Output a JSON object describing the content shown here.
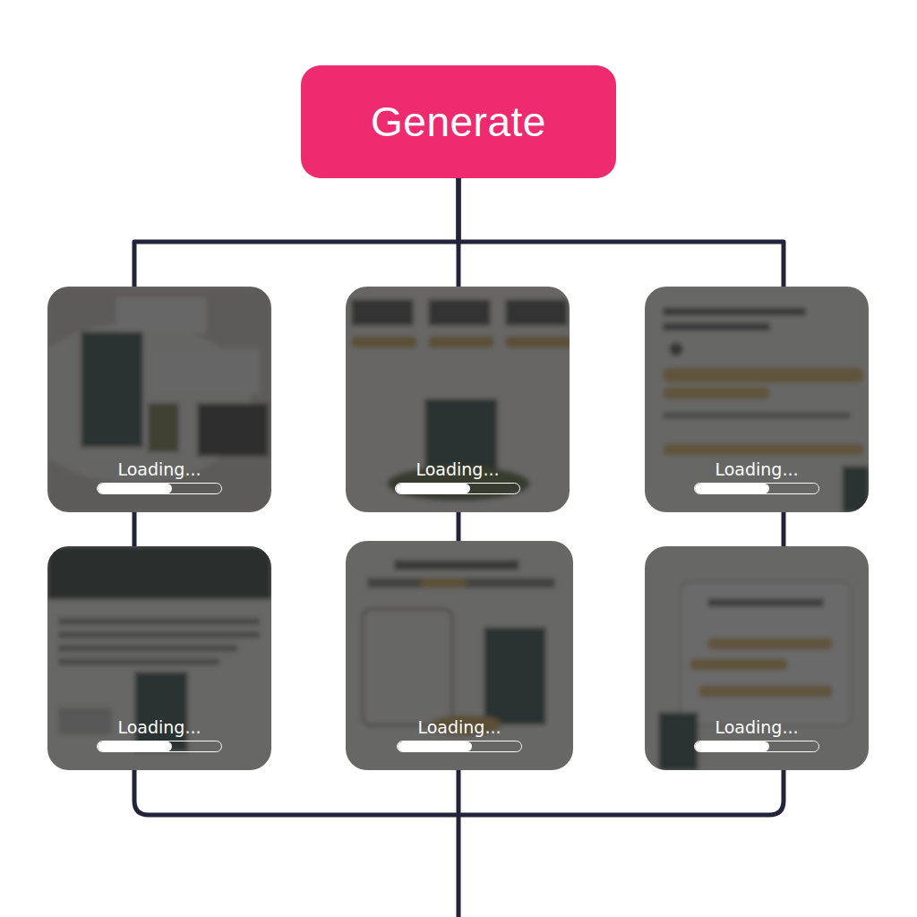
{
  "diagram": {
    "nodes": [
      {
        "text": [
          "Generate"
        ]
      },
      {
        "text": [
          "Loading..."
        ]
      },
      {
        "text": [
          "Loading..."
        ]
      },
      {
        "text": [
          "Loading..."
        ]
      },
      {
        "text": [
          "Loading..."
        ]
      },
      {
        "text": [
          "Loading..."
        ]
      },
      {
        "text": [
          "Loading..."
        ]
      }
    ],
    "edges": [
      {
        "from": 0,
        "to": 1,
        "arrow": "none"
      },
      {
        "from": 0,
        "to": 2,
        "arrow": "none"
      },
      {
        "from": 0,
        "to": 3,
        "arrow": "none"
      },
      {
        "from": 1,
        "to": 4,
        "arrow": "none"
      },
      {
        "from": 2,
        "to": 5,
        "arrow": "none"
      },
      {
        "from": 3,
        "to": 6,
        "arrow": "none"
      }
    ]
  }
}
